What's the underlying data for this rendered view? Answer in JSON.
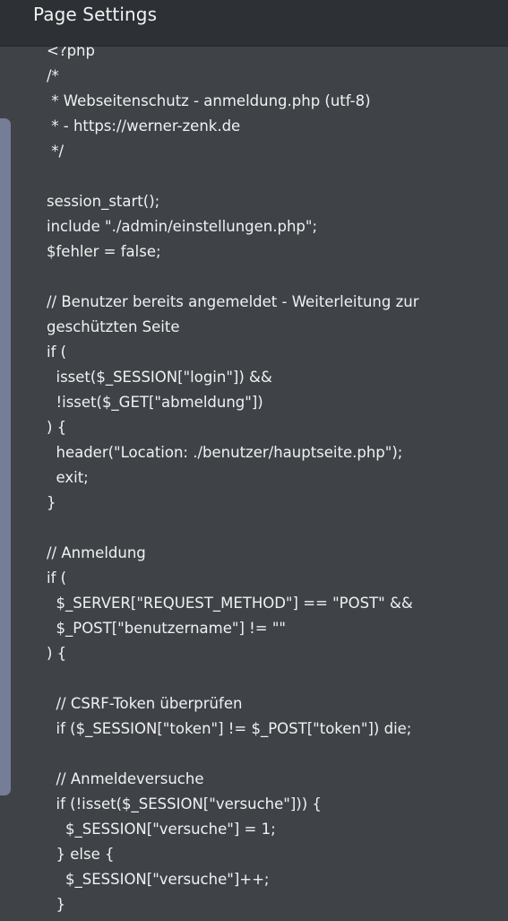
{
  "window": {
    "title": "Page Settings"
  },
  "code": {
    "lines": [
      "<?php",
      "/*",
      " * Webseitenschutz - anmeldung.php (utf-8)",
      " * - https://werner-zenk.de",
      " */",
      "",
      "session_start();",
      "include \"./admin/einstellungen.php\";",
      "$fehler = false;",
      "",
      "// Benutzer bereits angemeldet - Weiterleitung zur",
      "geschützten Seite",
      "if (",
      "  isset($_SESSION[\"login\"]) &&",
      "  !isset($_GET[\"abmeldung\"])",
      ") {",
      "  header(\"Location: ./benutzer/hauptseite.php\");",
      "  exit;",
      "}",
      "",
      "// Anmeldung",
      "if (",
      "  $_SERVER[\"REQUEST_METHOD\"] == \"POST\" &&",
      "  $_POST[\"benutzername\"] != \"\"",
      ") {",
      "",
      "  // CSRF-Token überprüfen",
      "  if ($_SESSION[\"token\"] != $_POST[\"token\"]) die;",
      "",
      "  // Anmeldeversuche",
      "  if (!isset($_SESSION[\"versuche\"])) {",
      "    $_SESSION[\"versuche\"] = 1;",
      "  } else {",
      "    $_SESSION[\"versuche\"]++;",
      "  }",
      ""
    ]
  },
  "colors": {
    "titlebar": "#2d3035",
    "background": "#3f4348",
    "text": "#f1f1f1",
    "scroll_thumb": "#767d96"
  }
}
